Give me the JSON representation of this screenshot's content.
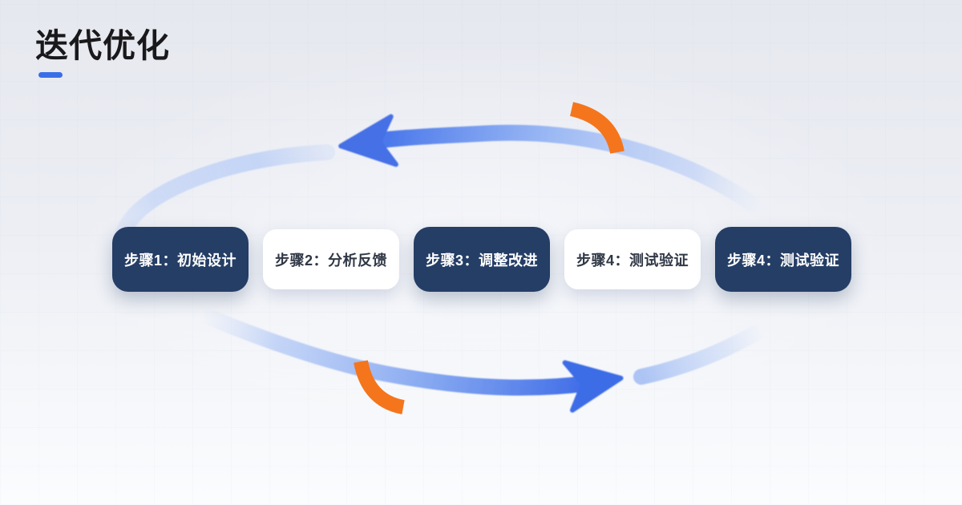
{
  "header": {
    "title": "迭代优化"
  },
  "colors": {
    "accent-blue": "#3a6ee8",
    "navy-box": "#253e66",
    "light-box-bg": "#ffffff",
    "light-box-text": "#303846",
    "title-text": "#19191c",
    "arrow-blue-strong": "#4470e6",
    "arrow-blue-light": "#b7ccf6",
    "orange": "#f5751c",
    "bg-top": "#e6e8ef",
    "bg-bottom": "#fbfcfe"
  },
  "diagram": {
    "icons": [
      "cycle-arc-top",
      "cycle-arrow-left-icon",
      "cycle-arc-left",
      "cycle-arc-bottom",
      "cycle-arrow-right-icon",
      "cycle-arc-right-stub",
      "orange-arc-top-icon",
      "orange-arc-bottom-icon"
    ],
    "steps": [
      {
        "label": "步骤1：初始设计",
        "variant": "dark"
      },
      {
        "label": "步骤2：分析反馈",
        "variant": "light"
      },
      {
        "label": "步骤3：调整改进",
        "variant": "dark"
      },
      {
        "label": "步骤4：测试验证",
        "variant": "light"
      },
      {
        "label": "步骤4：测试验证",
        "variant": "dark"
      }
    ]
  }
}
